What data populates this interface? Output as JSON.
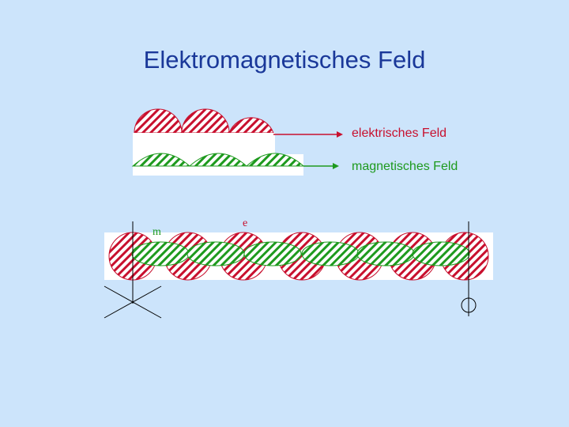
{
  "title": "Elektromagnetisches Feld",
  "legend": {
    "electric_label": "elektrisches Feld",
    "magnetic_label": "magnetisches Feld"
  },
  "markers": {
    "magnetic": "m",
    "electric": "e"
  },
  "colors": {
    "background": "#cce4fb",
    "title": "#1a3899",
    "electric": "#c8102e",
    "magnetic": "#1e9a1e"
  }
}
